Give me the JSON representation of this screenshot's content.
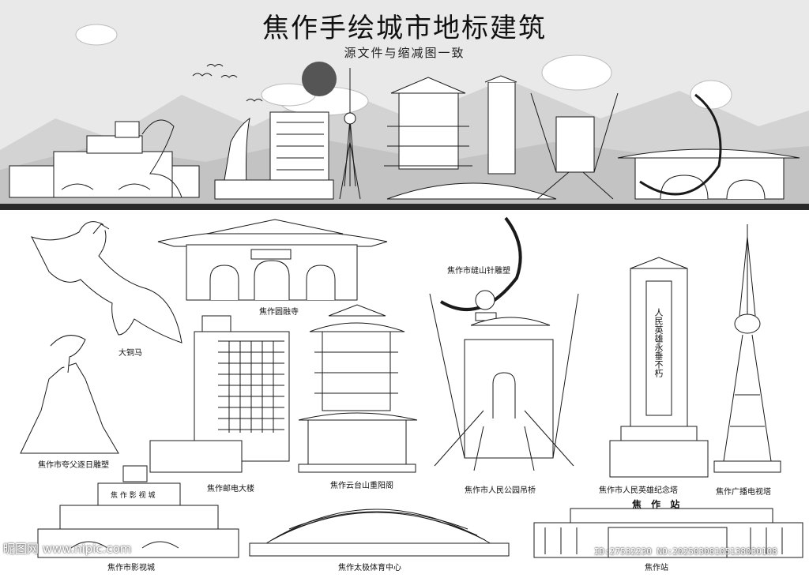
{
  "header": {
    "title": "焦作手绘城市地标建筑",
    "subtitle": "源文件与缩减图一致"
  },
  "landmarks": [
    {
      "id": "bronze-horse",
      "label": "大铜马"
    },
    {
      "id": "yuanrong-temple",
      "label": "焦作圆融寺"
    },
    {
      "id": "fengshanzhen-sculpture",
      "label": "焦作市缝山针雕塑"
    },
    {
      "id": "kuafu-sculpture",
      "label": "焦作市夸父逐日雕塑"
    },
    {
      "id": "post-telecom-building",
      "label": "焦作邮电大楼"
    },
    {
      "id": "chongyang-pavilion",
      "label": "焦作云台山重阳阁"
    },
    {
      "id": "suspension-bridge",
      "label": "焦作市人民公园吊桥"
    },
    {
      "id": "heroes-monument",
      "label": "焦作市人民英雄纪念塔"
    },
    {
      "id": "tv-tower",
      "label": "焦作广播电视塔"
    },
    {
      "id": "film-city",
      "label": "焦作市影视城"
    },
    {
      "id": "taiji-stadium",
      "label": "焦作太极体育中心"
    },
    {
      "id": "station",
      "label": "焦作站"
    }
  ],
  "signs": {
    "monument_text": "人民英雄永垂不朽",
    "station_sign": "焦 作 站",
    "film_city_sign": "焦 作 影 视 城"
  },
  "watermark": {
    "site": "昵图网 www.nipic.com",
    "id_text": "ID:27532230 NO:20250308105138030108"
  },
  "colors": {
    "line": "#1a1a1a",
    "sky": "#e8e8e8",
    "mountain": "#cfcfcf",
    "band": "#2a2a2a"
  }
}
